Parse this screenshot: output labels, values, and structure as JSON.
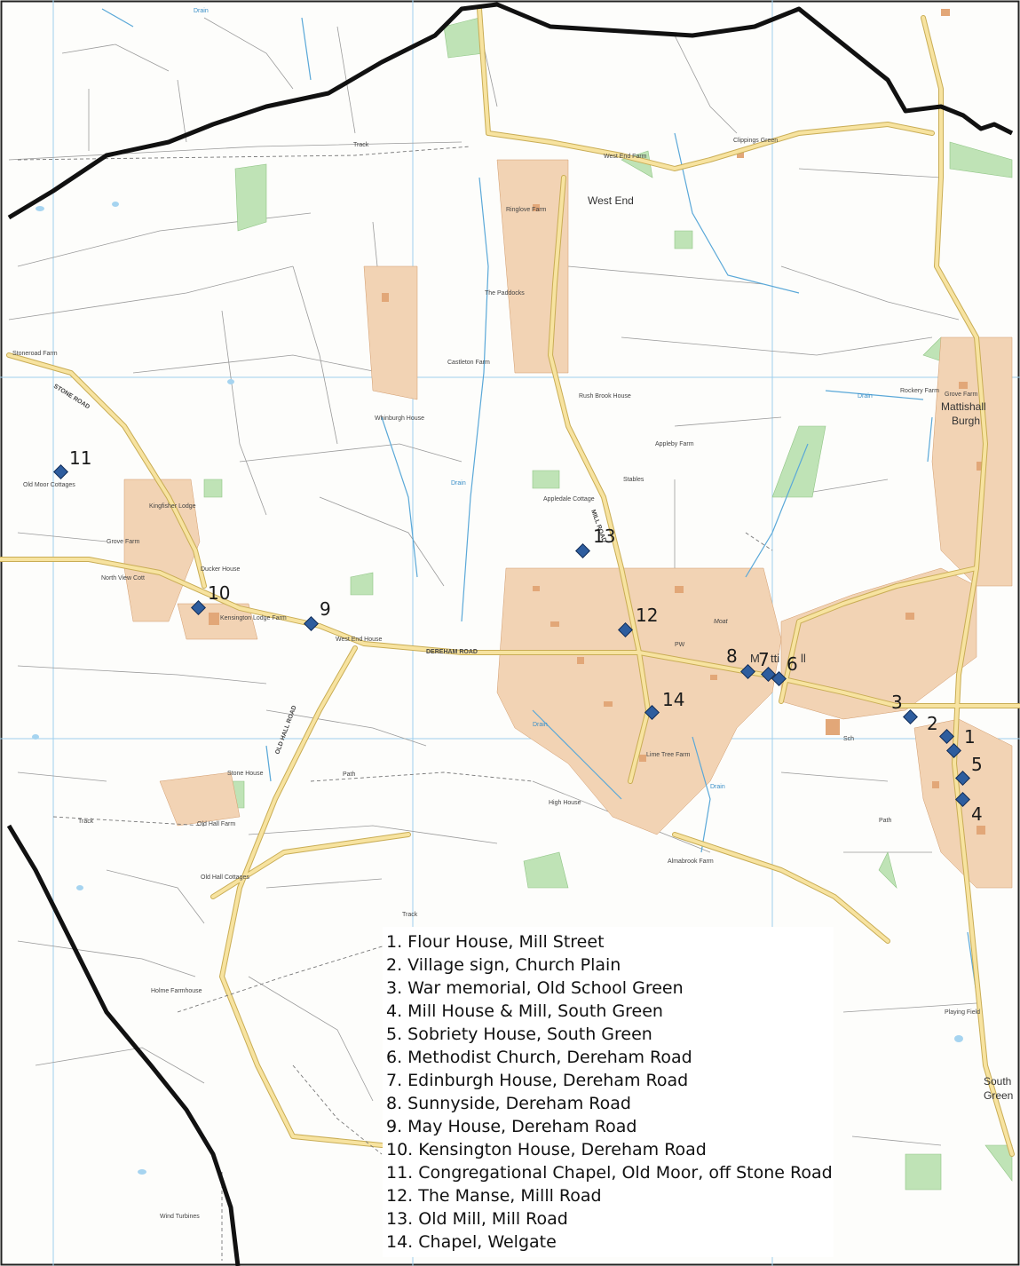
{
  "colors": {
    "road": "#f2d98a",
    "road_edge": "#c9ad55",
    "water": "#5aa8d8",
    "grid": "#8cc8ec",
    "green": "#b9e0b0",
    "building": "#e8b48a",
    "parish_boundary": "#111111",
    "marker": "#2e5d9e"
  },
  "place_labels": {
    "west_end": "West End",
    "mattishall_burgh": "Mattishall",
    "burgh": "Burgh",
    "south": "South",
    "green": "Green",
    "mattishall_partial": "M",
    "mattishall_partial2": "tti",
    "mattishall_partial3": "ll",
    "stoneroad_farm": "Stoneroad Farm",
    "old_moor_cottages": "Old Moor Cottages",
    "kingfisher_lodge": "Kingfisher Lodge",
    "grove_farm": "Grove Farm",
    "north_view_cott": "North View Cott",
    "duckers_house": "Ducker House",
    "kensington_lodge_farm": "Kensington Lodge Farm",
    "west_end_house": "West End House",
    "whinburgh_house": "Whinburgh House",
    "castleton_farm": "Castleton Farm",
    "ringlove_farm": "Ringlove Farm",
    "the_paddocks": "The Paddocks",
    "west_end_farm": "West End Farm",
    "clippings_green": "Clippings Green",
    "appleby_farm": "Appleby Farm",
    "stables": "Stables",
    "appledale_cottage": "Appledale Cottage",
    "rush_brook_house": "Rush Brook House",
    "rockery_farm": "Rockery Farm",
    "grove_farm_east": "Grove Farm",
    "stone_house": "Stone House",
    "old_hall_farm": "Old Hall Farm",
    "old_hall_cottages": "Old Hall Cottages",
    "holme_farmhouse": "Holme Farmhouse",
    "high_house": "High House",
    "lime_tree_farm": "Lime Tree Farm",
    "almabrook_farm": "Almabrook Farm",
    "wind_turbines": "Wind Turbines",
    "playing_field": "Playing Field",
    "sch": "Sch",
    "pw": "PW",
    "moat": "Moat",
    "drain": "Drain",
    "track": "Track",
    "path": "Path",
    "dereham_road": "DEREHAM ROAD",
    "stone_road": "STONE ROAD",
    "old_hall_road": "OLD HALL ROAD",
    "mill_road": "MILL ROAD"
  },
  "markers": [
    {
      "number": "1"
    },
    {
      "number": "2"
    },
    {
      "number": "3"
    },
    {
      "number": "4"
    },
    {
      "number": "5"
    },
    {
      "number": "6"
    },
    {
      "number": "7"
    },
    {
      "number": "8"
    },
    {
      "number": "9"
    },
    {
      "number": "10"
    },
    {
      "number": "11"
    },
    {
      "number": "12"
    },
    {
      "number": "13"
    },
    {
      "number": "14"
    }
  ],
  "legend": {
    "items": [
      "1.  Flour House, Mill Street",
      "2.  Village sign, Church Plain",
      "3.  War memorial, Old School Green",
      "4.  Mill House & Mill, South Green",
      "5.  Sobriety House, South Green",
      "6.  Methodist Church, Dereham Road",
      "7.  Edinburgh House, Dereham Road",
      "8.  Sunnyside, Dereham Road",
      "9.  May House, Dereham Road",
      "10. Kensington House, Dereham Road",
      "11. Congregational Chapel, Old Moor, off Stone Road",
      "12. The Manse, Milll Road",
      "13. Old Mill, Mill Road",
      "14. Chapel, Welgate"
    ]
  }
}
